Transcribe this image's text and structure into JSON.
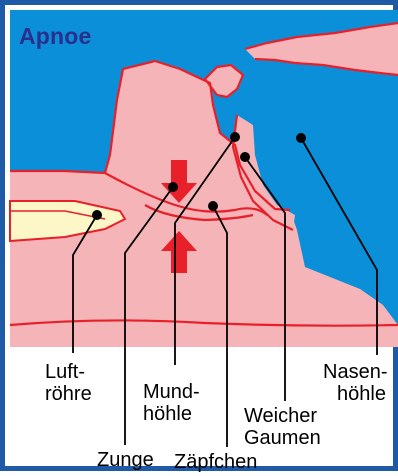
{
  "title": "Apnoe",
  "labels": {
    "luftroehre": [
      "Luft-",
      "röhre"
    ],
    "zunge": "Zunge",
    "mundhoehle": [
      "Mund-",
      "höhle"
    ],
    "zaepfchen": "Zäpfchen",
    "weicher_gaumen": [
      "Weicher",
      "Gaumen"
    ],
    "nasenhoehle": [
      "Nasen-",
      "höhle"
    ]
  },
  "colors": {
    "frame": "#1f5aa6",
    "airway_blue": "#0a8fd8",
    "tissue_pink": "#f4b4b8",
    "outline_red": "#e8202a",
    "arrow_red": "#e8202a",
    "trachea_cream": "#fdf7c8",
    "title_color": "#2a2f8e"
  }
}
